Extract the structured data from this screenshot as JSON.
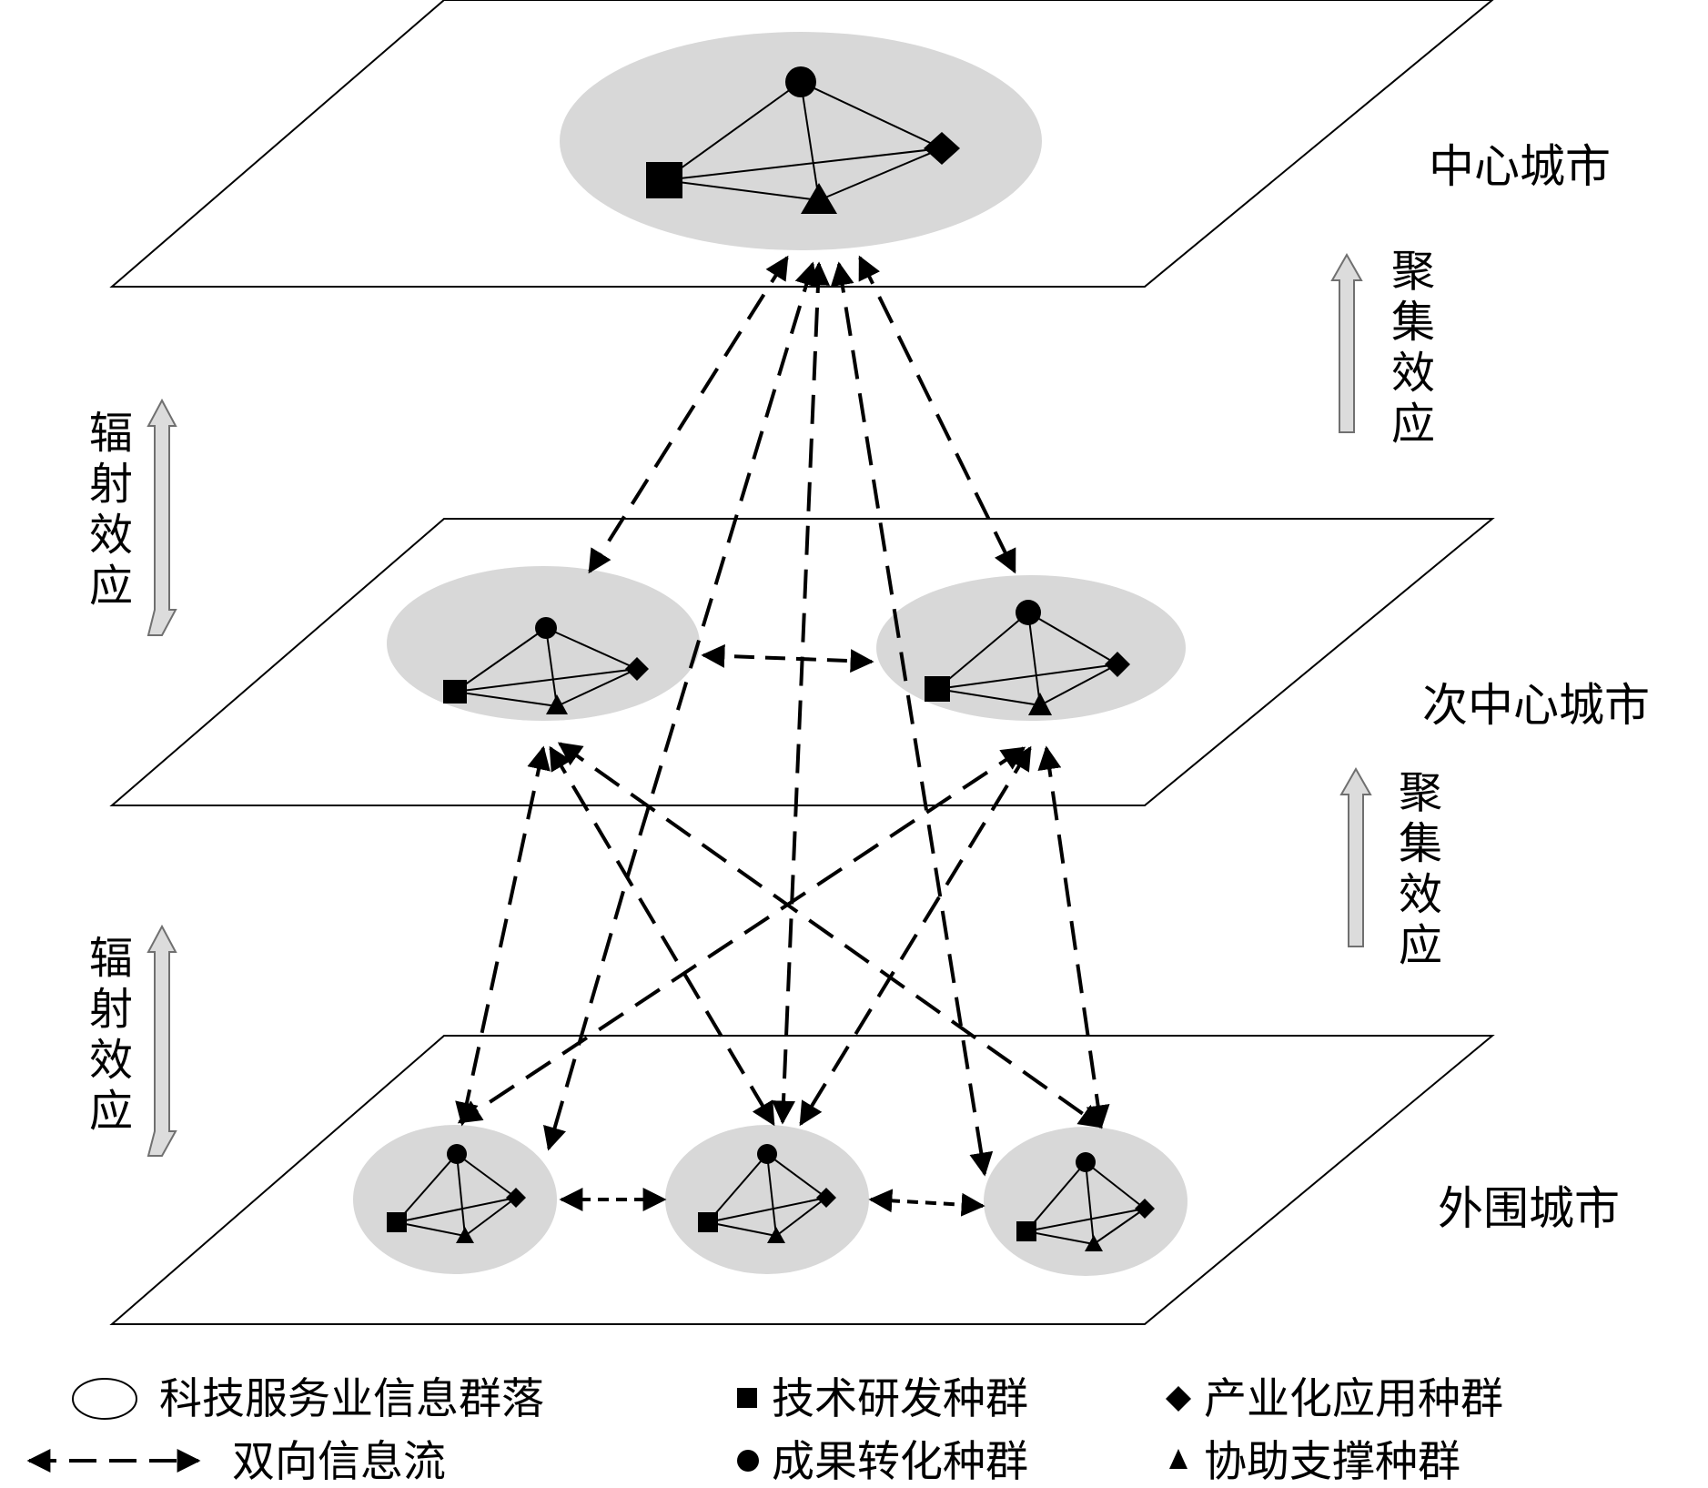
{
  "levels": {
    "center": "中心城市",
    "sub_center": "次中心城市",
    "outer": "外围城市"
  },
  "effects": {
    "aggregation_upper": "聚集效应",
    "aggregation_lower": "聚集效应",
    "radiation_upper": "辐射效应",
    "radiation_lower": "辐射效应"
  },
  "legend": {
    "community": "科技服务业信息群落",
    "rd_population": "技术研发种群",
    "industrial_population": "产业化应用种群",
    "info_flow": "双向信息流",
    "transformation_population": "成果转化种群",
    "support_population": "协助支撑种群"
  },
  "colors": {
    "community_fill": "#d8d8d8",
    "arrow_fill": "#dcdcdc",
    "line": "#000000"
  }
}
